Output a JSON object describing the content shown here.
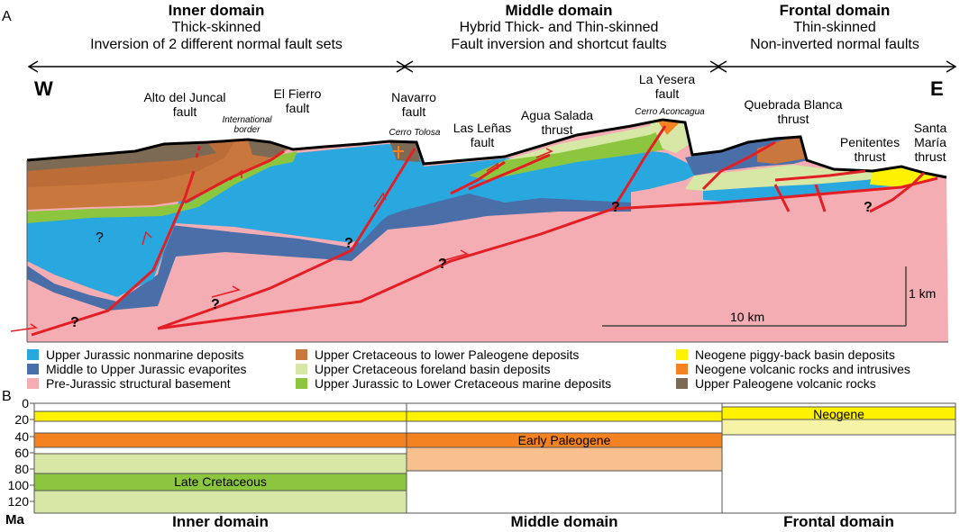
{
  "panels": {
    "a": "A",
    "b": "B"
  },
  "colors": {
    "upper_jurassic_nonmarine": "#29a8e0",
    "mid_upper_jurassic_evaporites": "#4a6ea8",
    "pre_jurassic_basement": "#f3adb3",
    "upper_cretaceous_lower_paleogene": "#c9773c",
    "upper_cretaceous_foreland": "#d6e7a6",
    "upper_jurassic_lower_cretaceous_marine": "#8cc63f",
    "neogene_piggyback": "#fff200",
    "neogene_volcanic": "#f58220",
    "upper_paleogene_volcanic": "#7d6a55",
    "early_paleogene_light": "#f9c08f",
    "fault_red": "#e31e24"
  },
  "domains": [
    {
      "title": "Inner domain",
      "line1": "Thick-skinned",
      "line2": "Inversion of 2 different normal fault sets"
    },
    {
      "title": "Middle domain",
      "line1": "Hybrid Thick- and Thin-skinned",
      "line2": "Fault inversion and shortcut faults"
    },
    {
      "title": "Frontal domain",
      "line1": "Thin-skinned",
      "line2": "Non-inverted normal faults"
    }
  ],
  "compass": {
    "west": "W",
    "east": "E"
  },
  "faults": [
    {
      "line1": "Alto del Juncal",
      "line2": "fault"
    },
    {
      "line1": "El Fierro",
      "line2": "fault"
    },
    {
      "line1": "Navarro",
      "line2": "fault"
    },
    {
      "line1": "Las Leñas",
      "line2": "fault"
    },
    {
      "line1": "Agua Salada",
      "line2": "thrust"
    },
    {
      "line1": "La Yesera",
      "line2": "fault"
    },
    {
      "line1": "Quebrada Blanca",
      "line2": "thrust"
    },
    {
      "line1": "Penitentes",
      "line2": "thrust"
    },
    {
      "line1": "Santa",
      "line2": "María",
      "line3": "thrust"
    }
  ],
  "places": {
    "international_border_1": "International",
    "international_border_2": "border",
    "cerro_tolosa": "Cerro Tolosa",
    "cerro_aconcagua": "Cerro Aconcagua"
  },
  "question_mark": "?",
  "scale": {
    "vertical": "1 km",
    "horizontal": "10 km"
  },
  "legend": [
    {
      "key": "upper_jurassic_nonmarine",
      "label": "Upper Jurassic nonmarine deposits"
    },
    {
      "key": "mid_upper_jurassic_evaporites",
      "label": "Middle to Upper Jurassic evaporites"
    },
    {
      "key": "pre_jurassic_basement",
      "label": "Pre-Jurassic structural basement"
    },
    {
      "key": "upper_cretaceous_lower_paleogene",
      "label": "Upper Cretaceous to lower Paleogene deposits"
    },
    {
      "key": "upper_cretaceous_foreland",
      "label": "Upper Cretaceous foreland basin deposits"
    },
    {
      "key": "upper_jurassic_lower_cretaceous_marine",
      "label": "Upper Jurassic to Lower Cretaceous marine deposits"
    },
    {
      "key": "neogene_piggyback",
      "label": "Neogene piggy-back basin deposits"
    },
    {
      "key": "neogene_volcanic",
      "label": "Neogene volcanic rocks and intrusives"
    },
    {
      "key": "upper_paleogene_volcanic",
      "label": "Upper Paleogene volcanic rocks"
    }
  ],
  "timeline": {
    "unit": "Ma",
    "ticks": [
      "0",
      "20",
      "40",
      "60",
      "80",
      "100",
      "120"
    ],
    "bar_labels": {
      "neogene": "Neogene",
      "early_paleogene": "Early Paleogene",
      "late_cretaceous": "Late Cretaceous"
    },
    "domains": [
      "Inner domain",
      "Middle domain",
      "Frontal domain"
    ]
  }
}
